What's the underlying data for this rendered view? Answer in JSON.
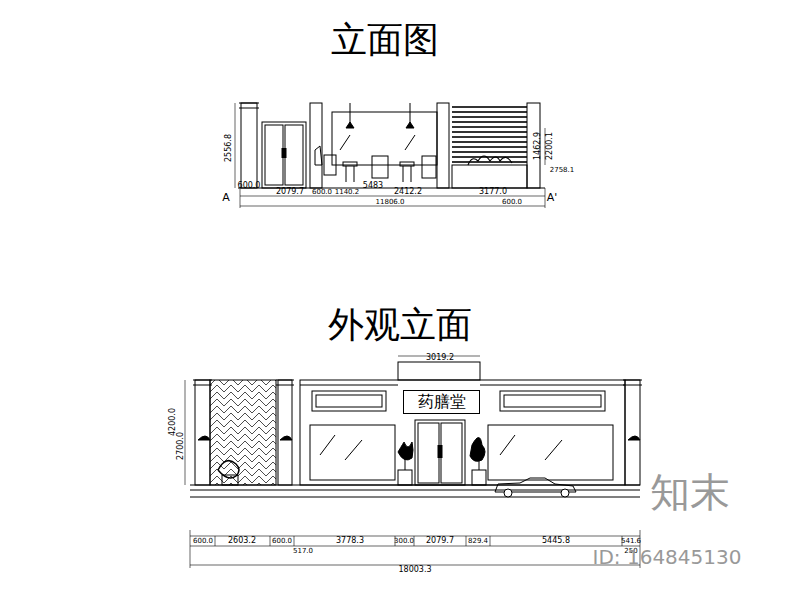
{
  "diagram": {
    "title": "立面图",
    "nodes": [
      {
        "text": [
          "药膳堂"
        ]
      }
    ],
    "labels": [
      "外观立面",
      "2556.8",
      "1462.9",
      "2200.1",
      "2758.1",
      "600.0",
      "2079.7",
      "600.0",
      "1140.2",
      "5483",
      "2412.2",
      "3177.0",
      "11806.0",
      "600.0",
      "A",
      "A'",
      "3019.2",
      "4200.0",
      "2700.0",
      "600.0",
      "2603.2",
      "600.0",
      "517.0",
      "3778.3",
      "300.0",
      "2079.7",
      "829.4",
      "5445.8",
      "541.6",
      "250",
      "18003.3",
      "知末",
      "ID: 164845130"
    ]
  }
}
